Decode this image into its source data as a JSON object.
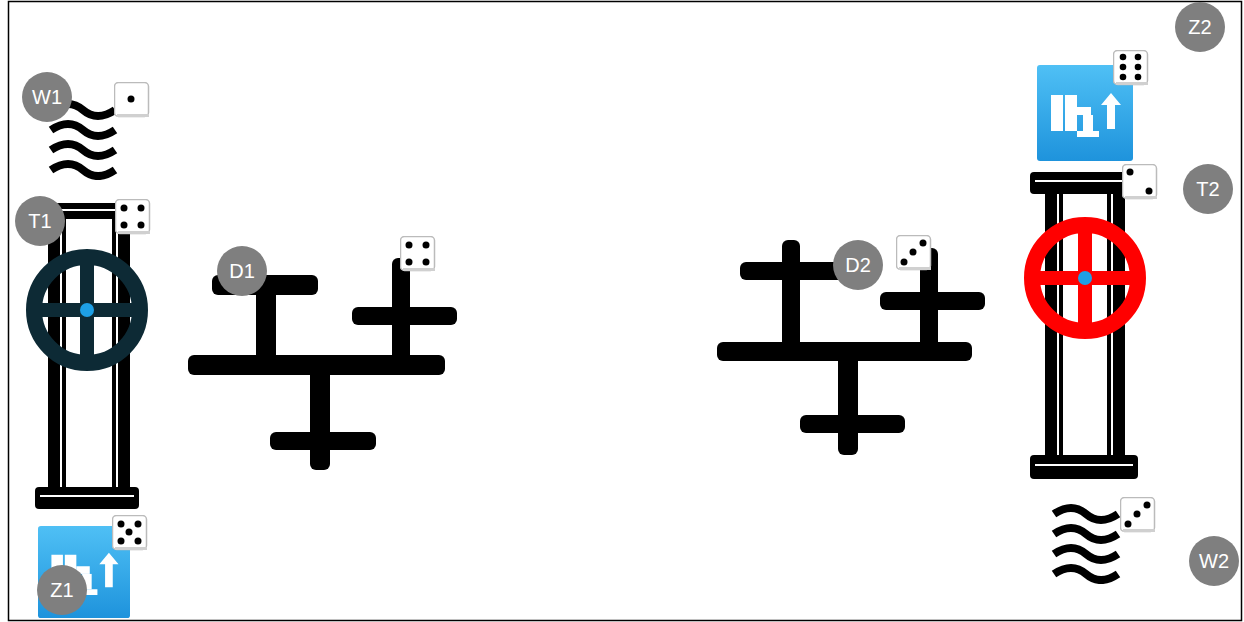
{
  "diagram": {
    "nodes": [
      {
        "text": [
          "W1"
        ]
      },
      {
        "text": [
          "Z2"
        ]
      },
      {
        "text": [
          "T1"
        ]
      },
      {
        "text": [
          "T2"
        ]
      },
      {
        "text": [
          "D1"
        ]
      },
      {
        "text": [
          "D2"
        ]
      },
      {
        "text": [
          "Z1"
        ]
      },
      {
        "text": [
          "W2"
        ]
      }
    ]
  }
}
